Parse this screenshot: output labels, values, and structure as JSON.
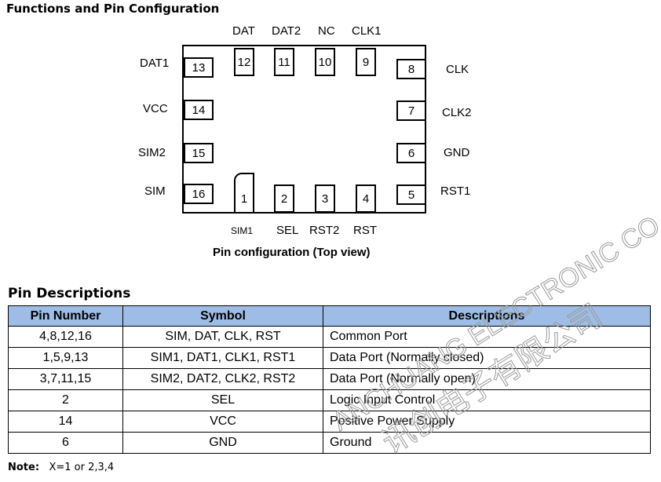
{
  "section_title": "Functions and Pin Configuration",
  "diagram": {
    "caption": "Pin configuration (Top view)",
    "top_pads": [
      "12",
      "11",
      "10",
      "9"
    ],
    "top_labels": [
      "DAT",
      "DAT2",
      "NC",
      "CLK1"
    ],
    "left_pads": [
      "13",
      "14",
      "15",
      "16"
    ],
    "left_labels": [
      "DAT1",
      "VCC",
      "SIM2",
      "SIM"
    ],
    "right_pads": [
      "8",
      "7",
      "6",
      "5"
    ],
    "right_labels": [
      "CLK",
      "CLK2",
      "GND",
      "RST1"
    ],
    "bottom_pads": [
      "1",
      "2",
      "3",
      "4"
    ],
    "bottom_labels": [
      "SIM1",
      "SEL",
      "RST2",
      "RST"
    ]
  },
  "pin_desc": {
    "title": "Pin Descriptions",
    "headers": [
      "Pin Number",
      "Symbol",
      "Descriptions"
    ],
    "rows": [
      [
        "4,8,12,16",
        "SIM, DAT, CLK, RST",
        "Common Port"
      ],
      [
        "1,5,9,13",
        "SIM1, DAT1, CLK1, RST1",
        "Data Port (Normally closed)"
      ],
      [
        "3,7,11,15",
        "SIM2, DAT2, CLK2, RST2",
        "Data Port (Normally open)"
      ],
      [
        "2",
        "SEL",
        "Logic Input Control"
      ],
      [
        "14",
        "VCC",
        "Positive Power Supply"
      ],
      [
        "6",
        "GND",
        "Ground"
      ]
    ]
  },
  "note": {
    "label": "Note:",
    "text": "X=1 or 2,3,4"
  },
  "watermark": [
    "ANCHUANG ELECTRONIC CO.,LTD",
    "讯创电子有限公司"
  ]
}
